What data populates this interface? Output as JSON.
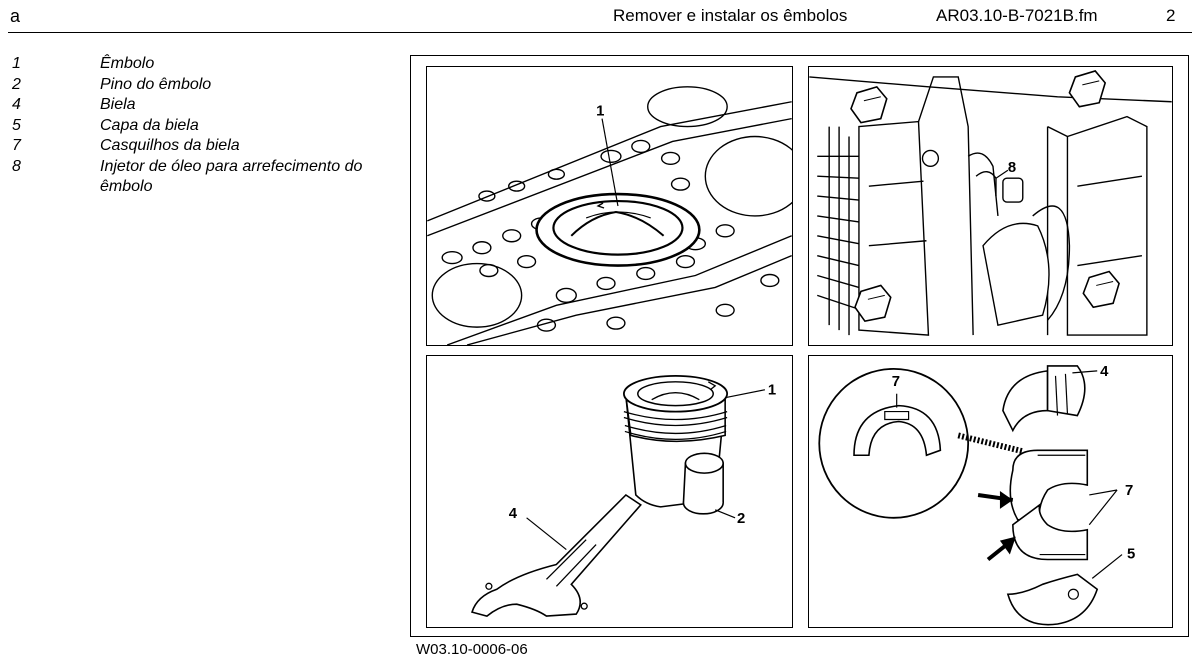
{
  "header": {
    "left": "a",
    "title": "Remover e instalar os êmbolos",
    "file": "AR03.10-B-7021B.fm",
    "page": "2"
  },
  "legend": [
    {
      "num": "1",
      "text": "Êmbolo"
    },
    {
      "num": "2",
      "text": "Pino do êmbolo"
    },
    {
      "num": "4",
      "text": "Biela"
    },
    {
      "num": "5",
      "text": "Capa da biela"
    },
    {
      "num": "7",
      "text": "Casquilhos da biela"
    },
    {
      "num": "8",
      "text": "Injetor de óleo para arrefecimento do êmbolo"
    }
  ],
  "figure": {
    "code": "W03.10-0006-06",
    "callouts": {
      "a1": "1",
      "b8": "8",
      "c1": "1",
      "c2": "2",
      "c4": "4",
      "d7a": "7",
      "d4": "4",
      "d7b": "7",
      "d5": "5"
    }
  }
}
